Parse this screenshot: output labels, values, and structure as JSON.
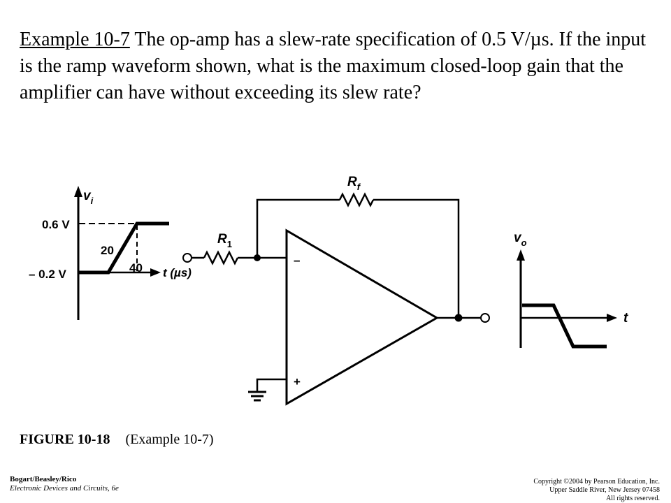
{
  "problem": {
    "example_label": "Example 10-7",
    "text": " The op-amp has a slew-rate specification of 0.5 V/µs. If the input is the ramp waveform shown, what is the maximum closed-loop gain that the amplifier can have without exceeding its slew rate?"
  },
  "input_graph": {
    "axis_label_base": "v",
    "axis_label_sub": "i",
    "v_high": "0.6 V",
    "v_low": "– 0.2 V",
    "t_start": "20",
    "t_end": "40",
    "t_axis_label": "t (µs)"
  },
  "circuit": {
    "r_input_base": "R",
    "r_input_sub": "1",
    "r_feedback_base": "R",
    "r_feedback_sub": "f",
    "minus_sign": "–",
    "plus_sign": "+"
  },
  "output_graph": {
    "axis_label_base": "v",
    "axis_label_sub": "o",
    "t_axis_label": "t"
  },
  "caption": {
    "figure_number": "FIGURE 10-18",
    "text": "(Example 10-7)"
  },
  "footer": {
    "authors": "Bogart/Beasley/Rico",
    "book": "Electronic Devices and Circuits, 6e",
    "copyright_1": "Copyright ©2004 by Pearson Education, Inc.",
    "copyright_2": "Upper Saddle River, New Jersey 07458",
    "copyright_3": "All rights reserved."
  }
}
